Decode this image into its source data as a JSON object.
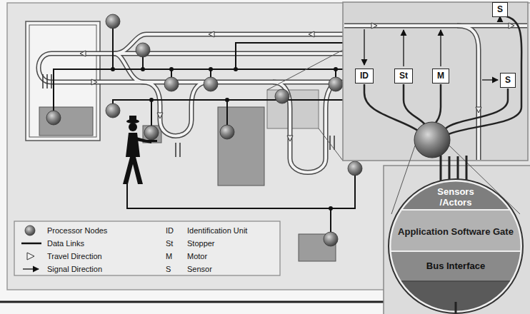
{
  "diagram": {
    "nodes": [
      {
        "text": [
          "ID"
        ]
      },
      {
        "text": [
          "St"
        ]
      },
      {
        "text": [
          "M"
        ]
      },
      {
        "text": [
          "S"
        ]
      },
      {
        "text": [
          "S"
        ]
      },
      {
        "text": [
          "Sensors /Actors"
        ]
      },
      {
        "text": [
          "Application Software Gate"
        ]
      },
      {
        "text": [
          "Bus Interface"
        ]
      }
    ],
    "labels": [
      "ID",
      "St",
      "M",
      "S"
    ],
    "legend": [
      {
        "text": "Processor Nodes"
      },
      {
        "text": "Data Links"
      },
      {
        "text": "Travel Direction"
      },
      {
        "text": "Signal Direction"
      },
      {
        "text": "Identification Unit"
      },
      {
        "text": "Stopper"
      },
      {
        "text": "Motor"
      },
      {
        "text": "Sensor"
      }
    ]
  }
}
